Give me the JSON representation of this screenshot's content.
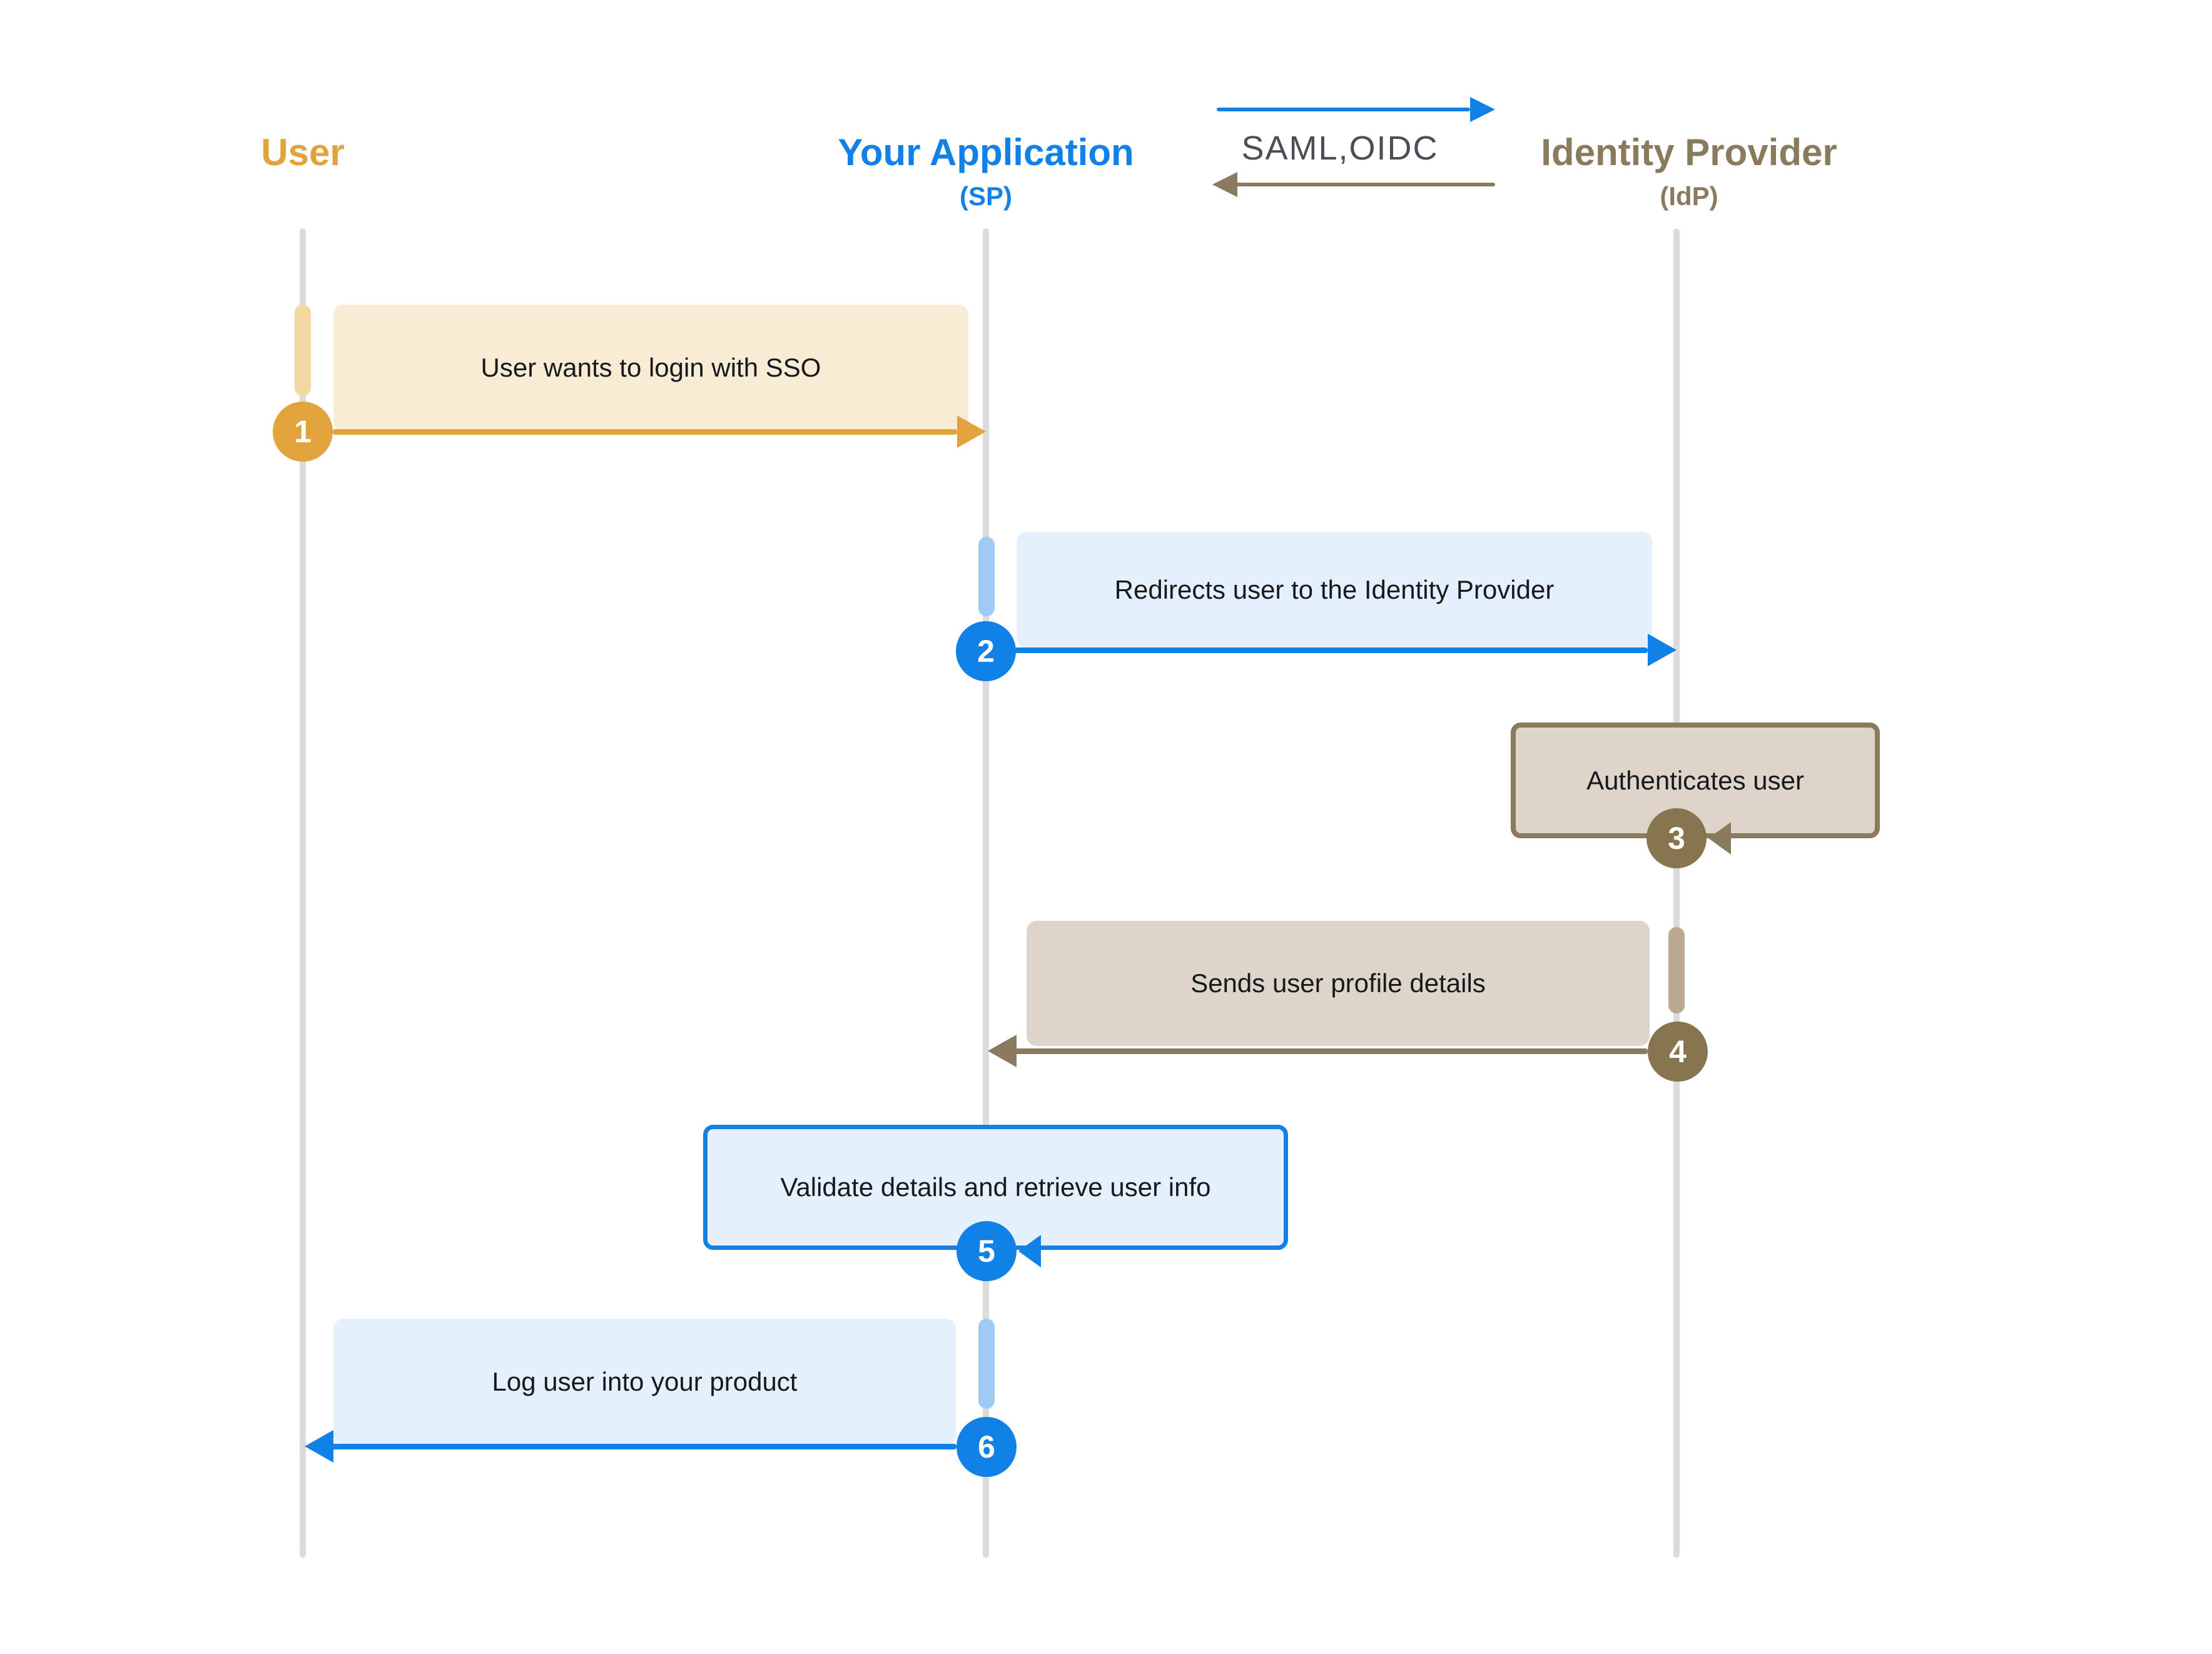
{
  "diagram": {
    "type": "sequence-diagram",
    "topic": "SSO login flow between a user, a service provider application and an identity provider"
  },
  "actors": [
    {
      "name": "User",
      "subtitle": "",
      "color": "#E2A33C"
    },
    {
      "name": "Your Application",
      "subtitle": "(SP)",
      "color": "#1181E8"
    },
    {
      "name": "Identity Provider",
      "subtitle": "(IdP)",
      "color": "#8A7A5E"
    }
  ],
  "protocol": {
    "label": "SAML,OIDC",
    "right_arrow_color": "#1181E8",
    "left_arrow_color": "#8A7A5E"
  },
  "steps": [
    {
      "number": "1",
      "text": "User wants to login with SSO",
      "from": "User",
      "to": "Your Application",
      "direction": "right",
      "color": "#E2A33C"
    },
    {
      "number": "2",
      "text": "Redirects user to the Identity Provider",
      "from": "Your Application",
      "to": "Identity Provider",
      "direction": "right",
      "color": "#1181E8"
    },
    {
      "number": "3",
      "text": "Authenticates user",
      "from": "Identity Provider",
      "to": "Identity Provider",
      "direction": "self",
      "color": "#8A7A5E"
    },
    {
      "number": "4",
      "text": "Sends user profile details",
      "from": "Identity Provider",
      "to": "Your Application",
      "direction": "left",
      "color": "#8A7A5E"
    },
    {
      "number": "5",
      "text": "Validate details and retrieve user info",
      "from": "Your Application",
      "to": "Your Application",
      "direction": "self",
      "color": "#1181E8"
    },
    {
      "number": "6",
      "text": "Log user into your product",
      "from": "Your Application",
      "to": "User",
      "direction": "left",
      "color": "#1181E8"
    }
  ],
  "colors": {
    "lifeline": "#DBDBDB",
    "message_text": "#17191C",
    "protocol_text": "#4B4F55",
    "cream_box": "#F8ECD5",
    "blue_box": "#E4F0FB",
    "taupe_box": "#DDD5CA"
  }
}
